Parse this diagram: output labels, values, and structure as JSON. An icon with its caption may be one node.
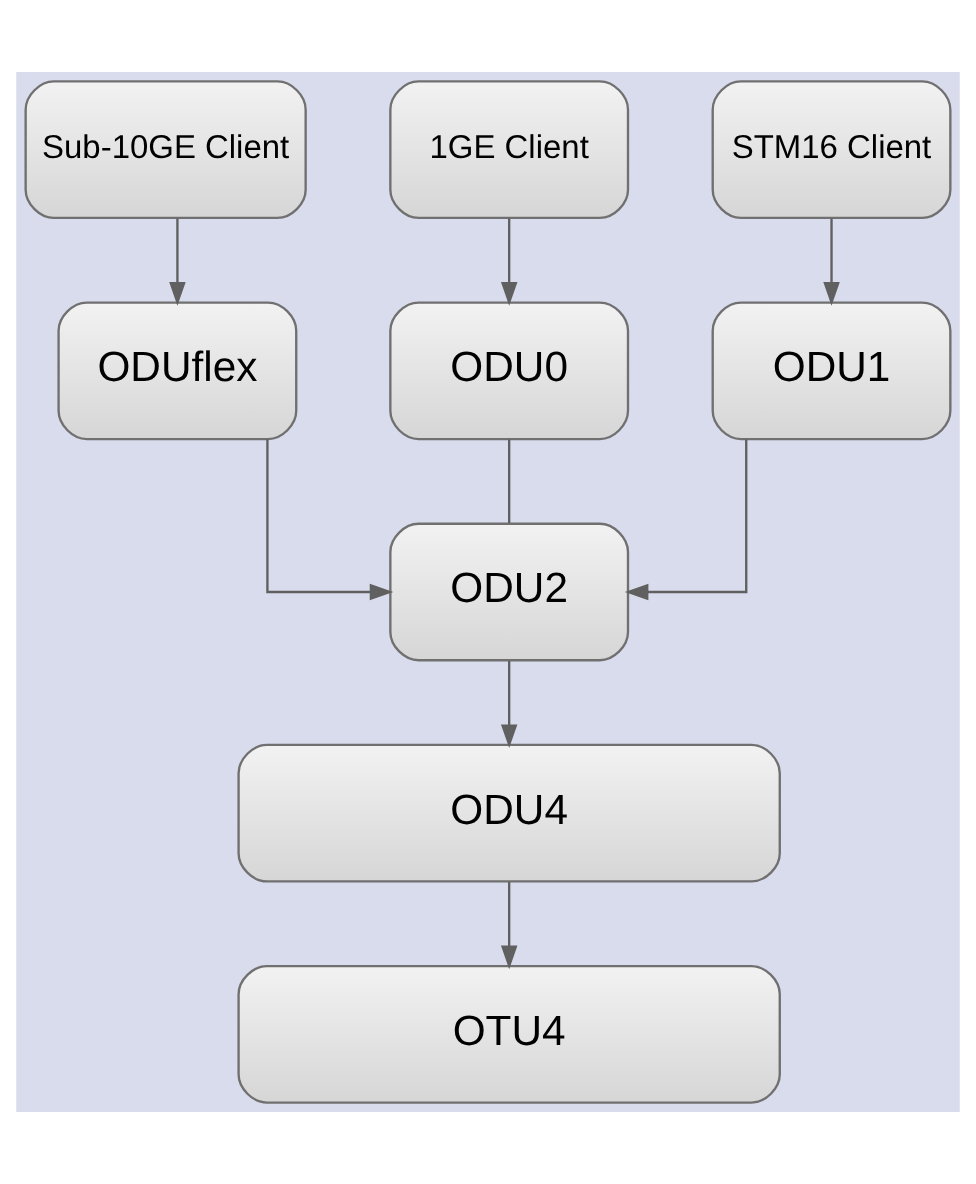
{
  "diagram": {
    "nodes": [
      {
        "text": [
          "Sub-10GE Client"
        ]
      },
      {
        "text": [
          "1GE Client"
        ]
      },
      {
        "text": [
          "STM16 Client"
        ]
      },
      {
        "text": [
          "ODUflex"
        ]
      },
      {
        "text": [
          "ODU0"
        ]
      },
      {
        "text": [
          "ODU1"
        ]
      },
      {
        "text": [
          "ODU2"
        ]
      },
      {
        "text": [
          "ODU4"
        ]
      },
      {
        "text": [
          "OTU4"
        ]
      }
    ],
    "edges": [
      {
        "from": 0,
        "to": 3,
        "arrow": "to"
      },
      {
        "from": 1,
        "to": 4,
        "arrow": "to"
      },
      {
        "from": 2,
        "to": 5,
        "arrow": "to"
      },
      {
        "from": 3,
        "to": 6,
        "arrow": "to"
      },
      {
        "from": 4,
        "to": 6,
        "arrow": "none"
      },
      {
        "from": 5,
        "to": 6,
        "arrow": "to"
      },
      {
        "from": 6,
        "to": 7,
        "arrow": "to"
      },
      {
        "from": 7,
        "to": 8,
        "arrow": "to"
      }
    ]
  }
}
